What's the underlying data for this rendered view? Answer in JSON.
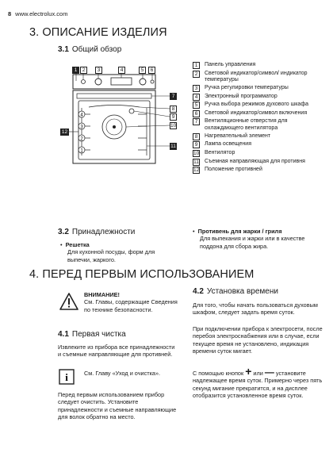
{
  "header": {
    "page_number": "8",
    "site": "www.electrolux.com"
  },
  "section3": {
    "title": "3. ОПИСАНИЕ ИЗДЕЛИЯ"
  },
  "sub31": {
    "num": "3.1",
    "title": "Общий обзор"
  },
  "diagram": {
    "top_callouts": [
      "1",
      "2",
      "3",
      "4",
      "5",
      "6"
    ],
    "right_callouts": [
      "7",
      "8",
      "9",
      "10",
      "11"
    ],
    "left_callout": "12",
    "level_numbers": [
      "4",
      "3",
      "2",
      "1"
    ]
  },
  "legend": [
    {
      "num": "1",
      "text": "Панель управления",
      "style": "outline"
    },
    {
      "num": "2",
      "text": "Световой индикатор/символ/ индикатор температуры",
      "style": "outline"
    },
    {
      "num": "3",
      "text": "Ручка регулировки температуры",
      "style": "outline"
    },
    {
      "num": "4",
      "text": "Электронный программатор",
      "style": "outline"
    },
    {
      "num": "5",
      "text": "Ручка выбора режимов духового шкафа",
      "style": "outline"
    },
    {
      "num": "6",
      "text": "Световой индикатор/символ включения",
      "style": "outline"
    },
    {
      "num": "7",
      "text": "Вентиляционные отверстия для охлаждающего вентилятора",
      "style": "outline"
    },
    {
      "num": "8",
      "text": "Нагревательный элемент",
      "style": "outline"
    },
    {
      "num": "9",
      "text": "Лампа освещения",
      "style": "outline"
    },
    {
      "num": "10",
      "text": "Вентилятор",
      "style": "outline"
    },
    {
      "num": "11",
      "text": "Съемная направляющая для противня",
      "style": "outline"
    },
    {
      "num": "12",
      "text": "Положение противней",
      "style": "outline"
    }
  ],
  "sub32": {
    "num": "3.2",
    "title": "Принадлежности"
  },
  "acc_left": {
    "bullet": "•",
    "name": "Решетка",
    "desc": "Для кухонной посуды, форм для выпечки, жаркого."
  },
  "acc_right": {
    "bullet": "•",
    "name": "Противень для жарки / гриля",
    "desc": "Для выпекания и жарки или в качестве поддона для сбора жира."
  },
  "section4": {
    "title": "4. ПЕРЕД ПЕРВЫМ ИСПОЛЬЗОВАНИЕМ"
  },
  "warning": {
    "title": "ВНИМАНИЕ!",
    "text": "См. Главы, содержащие Сведения по технике безопасности."
  },
  "sub41": {
    "num": "4.1",
    "title": "Первая чистка"
  },
  "p41a": "Извлеките из прибора все принадлежности и съемные направляющие для противней.",
  "info": {
    "glyph": "i",
    "text": "См. Главу «Уход и очистка»."
  },
  "p41b": "Перед первым использованием прибор следует очистить. Установите принадлежности и съемные направляющие для волок обратно на место.",
  "sub42": {
    "num": "4.2",
    "title": "Установка времени"
  },
  "p42a": "Для того, чтобы начать пользоваться духовым шкафом, следует задать время суток.",
  "p42b": "При подключении прибора к электросети, после перебоя электроснабжения или в случае, если текущее время не установлено, индикация времени суток мигает.",
  "p42c_1": "С помощью кнопок",
  "p42c_plus": "+",
  "p42c_2": "или",
  "p42c_minus": "—",
  "p42c_3": "установите надлежащее время суток. Примерно через пять секунд мигание прекратится, и на дисплее отобразится установленное время суток."
}
